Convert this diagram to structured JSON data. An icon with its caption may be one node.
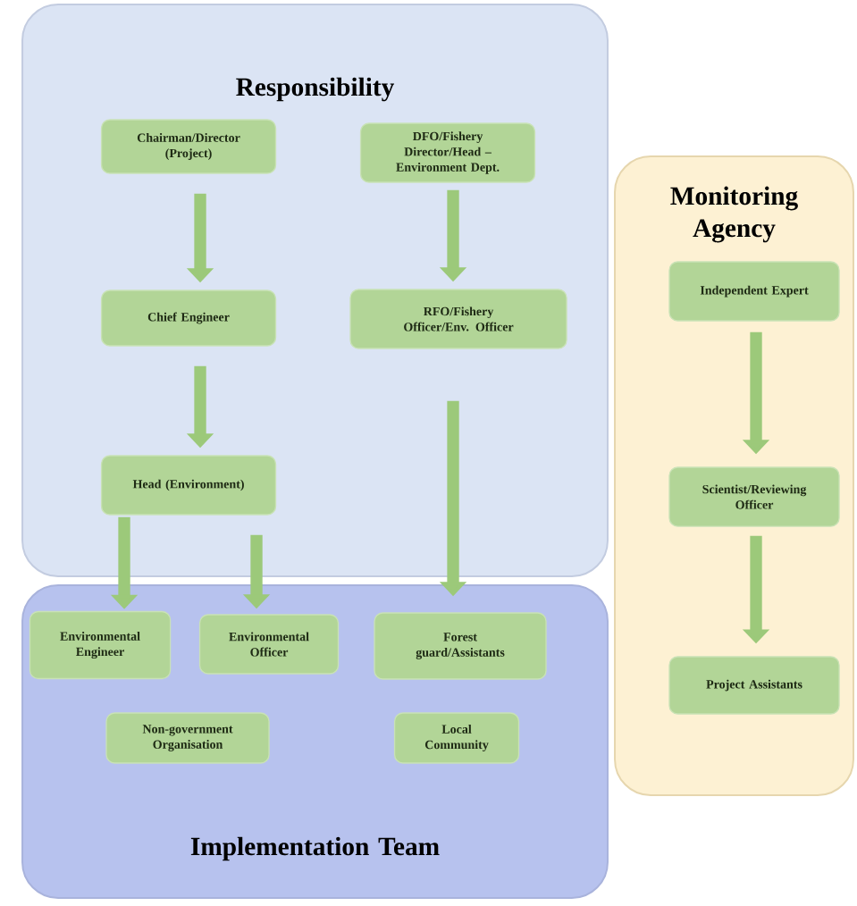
{
  "diagram": {
    "nodes": [
      {
        "text": [
          "Responsibility"
        ]
      },
      {
        "text": [
          "Chairman/Director (Project)"
        ],
        "in": 0
      },
      {
        "text": [
          "DFO/Fishery Director/Head – Environment Dept."
        ],
        "in": 0
      },
      {
        "text": [
          "Chief Engineer"
        ],
        "in": 0
      },
      {
        "text": [
          "RFO/Fishery Officer/Env. Officer"
        ],
        "in": 0
      },
      {
        "text": [
          "Head (Environment)"
        ],
        "in": 0
      },
      {
        "text": [
          "Implementation Team"
        ]
      },
      {
        "text": [
          "Environmental Engineer"
        ],
        "in": 6
      },
      {
        "text": [
          "Environmental Officer"
        ],
        "in": 6
      },
      {
        "text": [
          "Forest guard/Assistants"
        ],
        "in": 6
      },
      {
        "text": [
          "Non-government Organisation"
        ],
        "in": 6
      },
      {
        "text": [
          "Local Community"
        ],
        "in": 6
      },
      {
        "text": [
          "Monitoring Agency"
        ]
      },
      {
        "text": [
          "Independent Expert"
        ],
        "in": 12
      },
      {
        "text": [
          "Scientist/Reviewing Officer"
        ],
        "in": 12
      },
      {
        "text": [
          "Project Assistants"
        ],
        "in": 12
      }
    ],
    "edges": [
      {
        "from": 1,
        "to": 3,
        "arrow": "to"
      },
      {
        "from": 3,
        "to": 5,
        "arrow": "to"
      },
      {
        "from": 5,
        "to": 7,
        "arrow": "to"
      },
      {
        "from": 5,
        "to": 8,
        "arrow": "to"
      },
      {
        "from": 2,
        "to": 4,
        "arrow": "to"
      },
      {
        "from": 4,
        "to": 9,
        "arrow": "to"
      },
      {
        "from": 13,
        "to": 14,
        "arrow": "to"
      },
      {
        "from": 14,
        "to": 15,
        "arrow": "to"
      }
    ]
  }
}
